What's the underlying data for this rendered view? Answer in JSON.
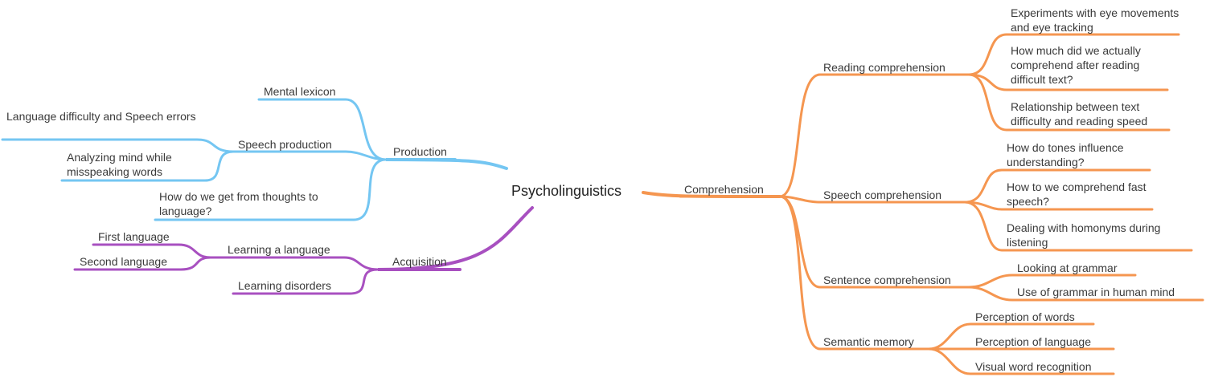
{
  "central": {
    "label": "Psycholinguistics"
  },
  "colors": {
    "blue": "#74c6f2",
    "purple": "#a850c0",
    "orange": "#f59650"
  },
  "production": {
    "label": "Production",
    "mental_lexicon": "Mental lexicon",
    "speech_production": {
      "label": "Speech production",
      "difficulty": "Language difficulty and Speech errors",
      "analyzing": "Analyzing mind while misspeaking words"
    },
    "thoughts": "How do we get from thoughts to language?"
  },
  "acquisition": {
    "label": "Acquisition",
    "learning_language": {
      "label": "Learning a language",
      "first": "First language",
      "second": "Second language"
    },
    "disorders": "Learning disorders"
  },
  "comprehension": {
    "label": "Comprehension",
    "reading": {
      "label": "Reading comprehension",
      "eye": "Experiments with eye movements and eye tracking",
      "how_much": "How much did we actually comprehend after reading difficult text?",
      "relationship": "Relationship between text difficulty and reading speed"
    },
    "speech": {
      "label": "Speech comprehension",
      "tones": "How do tones influence understanding?",
      "fast": "How to we comprehend fast speech?",
      "homonyms": "Dealing with homonyms during listening"
    },
    "sentence": {
      "label": "Sentence comprehension",
      "grammar": "Looking at grammar",
      "use_grammar": "Use of grammar in human mind"
    },
    "semantic": {
      "label": "Semantic memory",
      "words": "Perception of words",
      "language": "Perception of language",
      "visual": "Visual word recognition"
    }
  }
}
